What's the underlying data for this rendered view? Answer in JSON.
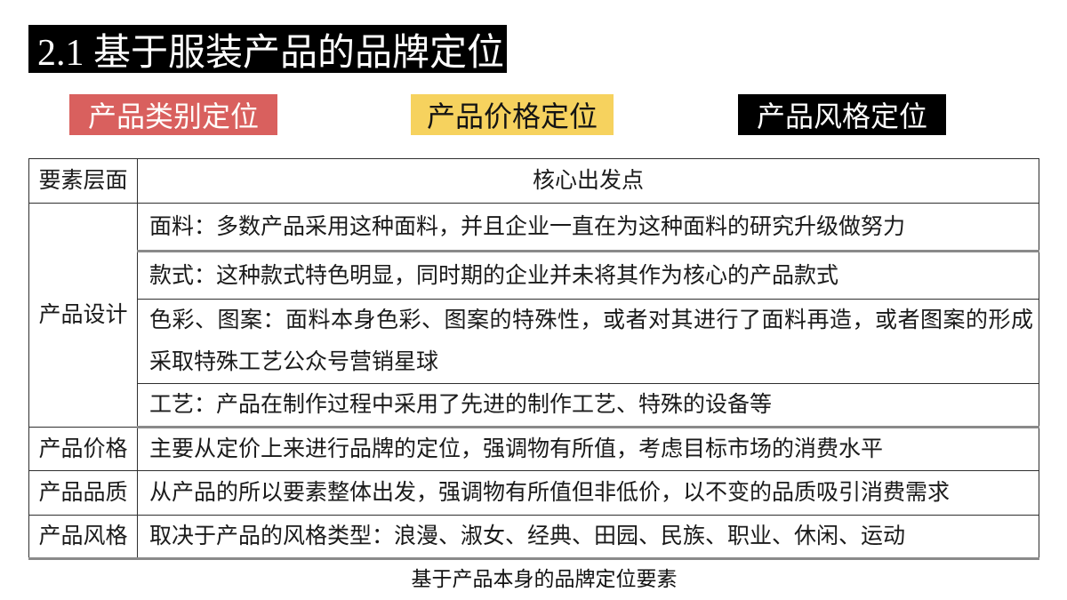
{
  "slide": {
    "title": "2.1 基于服装产品的品牌定位",
    "caption": "基于产品本身的品牌定位要素"
  },
  "positioning_labels": [
    {
      "label": "产品类别定位",
      "bg": "#d9605e",
      "color": "#ffffff"
    },
    {
      "label": "产品价格定位",
      "bg": "#f6d25e",
      "color": "#141414"
    },
    {
      "label": "产品风格定位",
      "bg": "#000000",
      "color": "#ffffff"
    }
  ],
  "table": {
    "header": {
      "factor_col": "要素层面",
      "core_col": "核心出发点"
    },
    "rows": [
      {
        "category": "产品设计",
        "details": [
          "面料：多数产品采用这种面料，并且企业一直在为这种面料的研究升级做努力",
          "款式：这种款式特色明显，同时期的企业并未将其作为核心的产品款式",
          "色彩、图案：面料本身色彩、图案的特殊性，或者对其进行了面料再造，或者图案的形成采取特殊工艺公众号营销星球",
          "工艺：产品在制作过程中采用了先进的制作工艺、特殊的设备等"
        ]
      },
      {
        "category": "产品价格",
        "details": [
          "主要从定价上来进行品牌的定位，强调物有所值，考虑目标市场的消费水平"
        ]
      },
      {
        "category": "产品品质",
        "details": [
          "从产品的所以要素整体出发，强调物有所值但非低价，以不变的品质吸引消费需求"
        ]
      },
      {
        "category": "产品风格",
        "details": [
          "取决于产品的风格类型：浪漫、淑女、经典、田园、民族、职业、休闲、运动"
        ]
      }
    ]
  },
  "colors": {
    "title_bg": "#000000",
    "title_fg": "#ffffff",
    "label_red_bg": "#d9605e",
    "label_yellow_bg": "#f6d25e",
    "label_black_bg": "#000000",
    "table_border": "#2f2f2f",
    "thick_border": "#8a8a8a",
    "text": "#1a1a1a",
    "page_bg": "#ffffff"
  }
}
